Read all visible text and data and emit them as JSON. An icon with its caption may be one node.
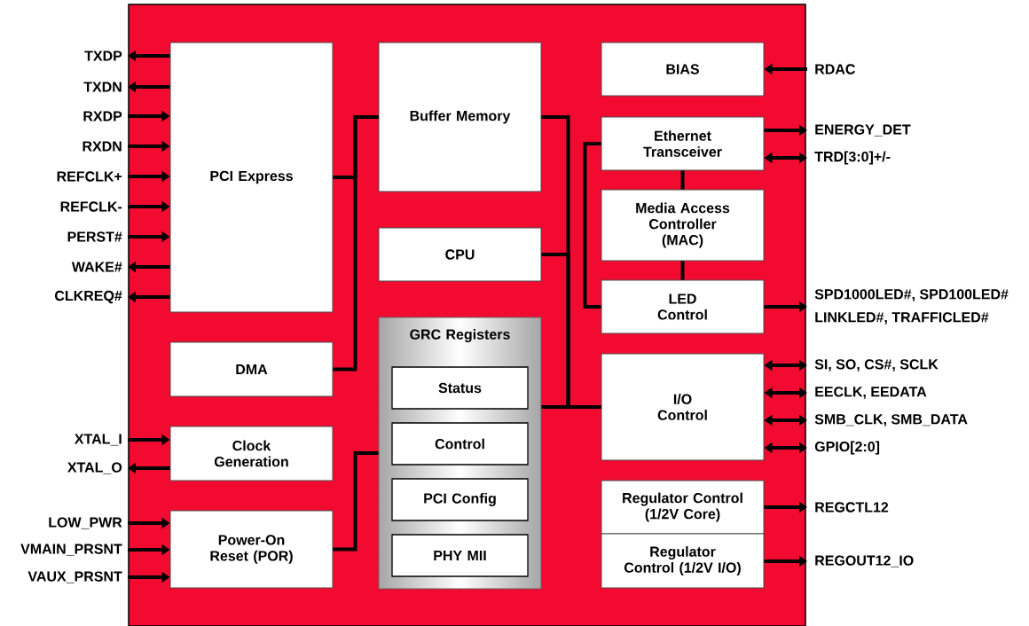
{
  "diagram": {
    "nodes": [
      {
        "text": [],
        "shape": "box"
      },
      {
        "text": [
          "PCI Express"
        ],
        "in": 0
      },
      {
        "text": [
          "Buffer Memory"
        ],
        "in": 0
      },
      {
        "text": [
          "BIAS"
        ],
        "in": 0
      },
      {
        "text": [
          "Ethernet Transceiver"
        ],
        "in": 0
      },
      {
        "text": [
          "Media Access Controller (MAC)"
        ],
        "in": 0
      },
      {
        "text": [
          "CPU"
        ],
        "in": 0
      },
      {
        "text": [
          "LED Control"
        ],
        "in": 0
      },
      {
        "text": [
          "GRC Registers"
        ],
        "in": 0
      },
      {
        "text": [
          "Status"
        ],
        "in": 8
      },
      {
        "text": [
          "Control"
        ],
        "in": 8
      },
      {
        "text": [
          "PCI Config"
        ],
        "in": 8
      },
      {
        "text": [
          "PHY MII"
        ],
        "in": 8
      },
      {
        "text": [
          "DMA"
        ],
        "in": 0
      },
      {
        "text": [
          "I/O Control"
        ],
        "in": 0
      },
      {
        "text": [
          "Clock Generation"
        ],
        "in": 0
      },
      {
        "text": [
          "Regulator Control (1/2V Core)"
        ],
        "in": 0
      },
      {
        "text": [
          "Regulator Control (1/2V I/O)"
        ],
        "in": 0
      },
      {
        "text": [
          "Power-On Reset (POR)"
        ],
        "in": 0
      },
      {
        "text": [
          "TXDP"
        ]
      },
      {
        "text": [
          "TXDN"
        ]
      },
      {
        "text": [
          "RXDP"
        ]
      },
      {
        "text": [
          "RXDN"
        ]
      },
      {
        "text": [
          "REFCLK+"
        ]
      },
      {
        "text": [
          "REFCLK-"
        ]
      },
      {
        "text": [
          "PERST#"
        ]
      },
      {
        "text": [
          "WAKE#"
        ]
      },
      {
        "text": [
          "CLKREQ#"
        ]
      },
      {
        "text": [
          "XTAL_I"
        ]
      },
      {
        "text": [
          "XTAL_O"
        ]
      },
      {
        "text": [
          "LOW_PWR"
        ]
      },
      {
        "text": [
          "VMAIN_PRSNT"
        ]
      },
      {
        "text": [
          "VAUX_PRSNT"
        ]
      },
      {
        "text": [
          "RDAC"
        ]
      },
      {
        "text": [
          "ENERGY_DET"
        ]
      },
      {
        "text": [
          "TRD[3:0]+/-"
        ]
      },
      {
        "text": [
          "SPD1000LED#, SPD100LED#",
          "LINKLED#, TRAFFICLED#"
        ]
      },
      {
        "text": [
          "SI, SO, CS#, SCLK"
        ]
      },
      {
        "text": [
          "EECLK, EEDATA"
        ]
      },
      {
        "text": [
          "SMB_CLK, SMB_DATA"
        ]
      },
      {
        "text": [
          "GPIO[2:0]"
        ]
      },
      {
        "text": [
          "REGCTL12"
        ]
      },
      {
        "text": [
          "REGOUT12_IO"
        ]
      }
    ],
    "edges": [
      {
        "from": 1,
        "to": 2,
        "arrow": "none"
      },
      {
        "from": 13,
        "to": 2,
        "arrow": "none"
      },
      {
        "from": 18,
        "to": 8,
        "arrow": "none"
      },
      {
        "from": 2,
        "to": 14,
        "arrow": "none"
      },
      {
        "from": 6,
        "to": 14,
        "arrow": "none"
      },
      {
        "from": 8,
        "to": 14,
        "arrow": "none"
      },
      {
        "from": 4,
        "to": 7,
        "arrow": "none"
      },
      {
        "from": 4,
        "to": 5,
        "arrow": "none"
      },
      {
        "from": 5,
        "to": 7,
        "arrow": "none"
      },
      {
        "from": 1,
        "to": 19,
        "arrow": "to"
      },
      {
        "from": 1,
        "to": 20,
        "arrow": "to"
      },
      {
        "from": 21,
        "to": 1,
        "arrow": "to"
      },
      {
        "from": 22,
        "to": 1,
        "arrow": "to"
      },
      {
        "from": 23,
        "to": 1,
        "arrow": "to"
      },
      {
        "from": 24,
        "to": 1,
        "arrow": "to"
      },
      {
        "from": 25,
        "to": 1,
        "arrow": "to"
      },
      {
        "from": 1,
        "to": 26,
        "arrow": "to"
      },
      {
        "from": 1,
        "to": 27,
        "arrow": "to"
      },
      {
        "from": 28,
        "to": 15,
        "arrow": "to"
      },
      {
        "from": 15,
        "to": 29,
        "arrow": "to"
      },
      {
        "from": 30,
        "to": 18,
        "arrow": "to"
      },
      {
        "from": 31,
        "to": 18,
        "arrow": "to"
      },
      {
        "from": 32,
        "to": 18,
        "arrow": "to"
      },
      {
        "from": 33,
        "to": 3,
        "arrow": "to"
      },
      {
        "from": 4,
        "to": 34,
        "arrow": "to"
      },
      {
        "from": 4,
        "to": 35,
        "arrow": "both"
      },
      {
        "from": 7,
        "to": 36,
        "arrow": "to"
      },
      {
        "from": 14,
        "to": 37,
        "arrow": "both"
      },
      {
        "from": 14,
        "to": 38,
        "arrow": "both"
      },
      {
        "from": 14,
        "to": 39,
        "arrow": "both"
      },
      {
        "from": 14,
        "to": 40,
        "arrow": "both"
      },
      {
        "from": 16,
        "to": 41,
        "arrow": "to"
      },
      {
        "from": 17,
        "to": 42,
        "arrow": "to"
      }
    ]
  }
}
